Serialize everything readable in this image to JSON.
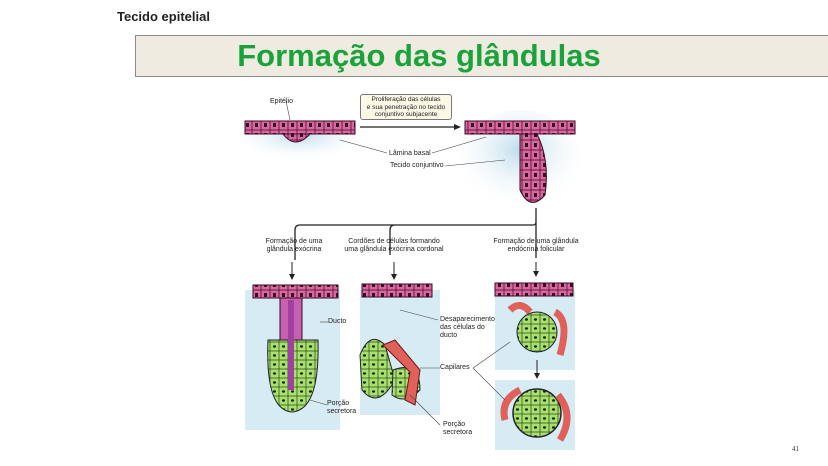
{
  "header": {
    "section": "Tecido epitelial",
    "title": "Formação das glândulas"
  },
  "diagram": {
    "epitelio": "Epitélio",
    "note": [
      "Proliferação das células",
      "e sua penetração no tecido",
      "conjuntivo subjacente"
    ],
    "lamina_basal": "Lâmina basal",
    "tecido_conjuntivo": "Tecido conjuntivo",
    "exocrina": [
      "Formação de uma",
      "glândula exócrina"
    ],
    "cordonal": [
      "Cordões de células formando",
      "uma glândula exócrina cordonal"
    ],
    "folicular": [
      "Formação de uma glândula",
      "endócrina folicular"
    ],
    "ducto": "Ducto",
    "desaparecimento": [
      "Desaparecimento",
      "das células do",
      "ducto"
    ],
    "capilares": "Capilares",
    "porcao1": [
      "Porção",
      "secretora"
    ],
    "porcao2": [
      "Porção",
      "secretora"
    ]
  },
  "colors": {
    "title": "#1aa33a",
    "epithelium": "#d9689e",
    "secretory": "#a8e070",
    "capillary": "#e0605a",
    "connective": "#cfe6f0"
  },
  "footer": {
    "page": "41"
  }
}
